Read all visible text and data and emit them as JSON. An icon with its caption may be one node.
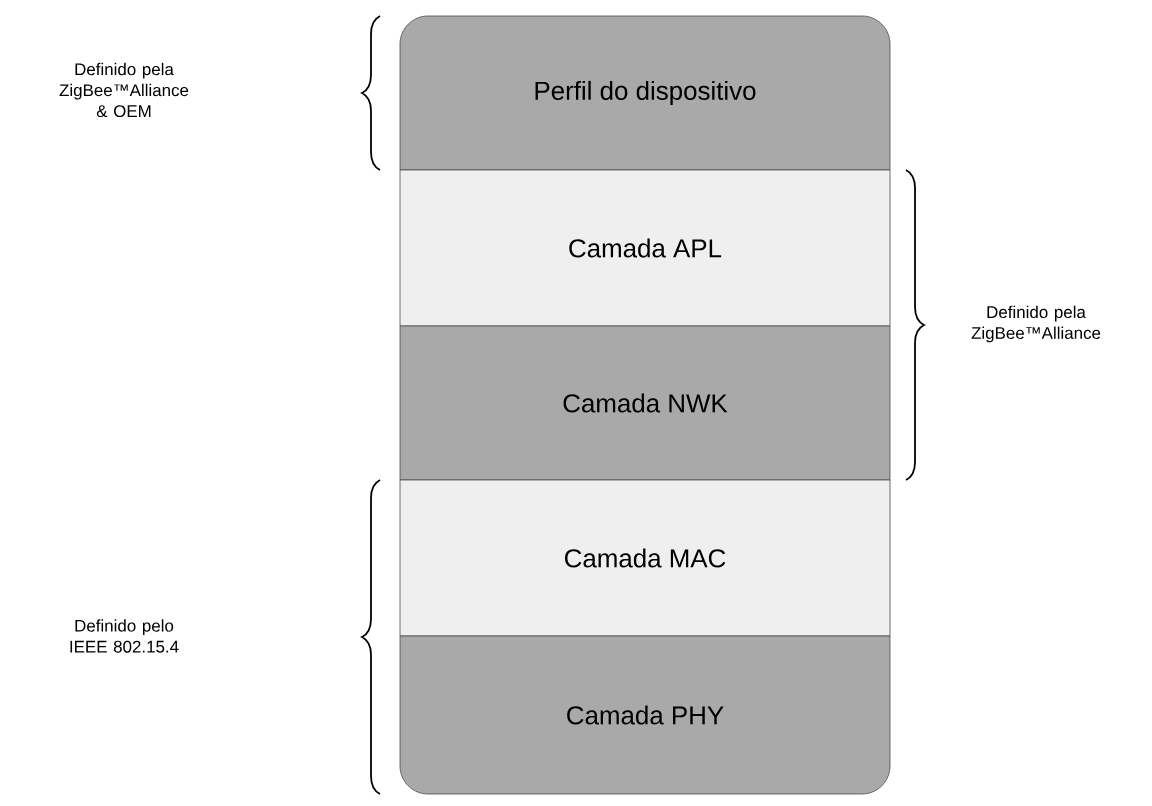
{
  "diagram": {
    "nodes": [
      {
        "text": [
          "Perfil do dispositivo"
        ]
      },
      {
        "text": [
          "Camada APL"
        ]
      },
      {
        "text": [
          "Camada NWK"
        ]
      },
      {
        "text": [
          "Camada MAC"
        ]
      },
      {
        "text": [
          "Camada PHY"
        ]
      }
    ],
    "labels": [
      "Definido pela ZigBee™Alliance & OEM",
      "Definido pela ZigBee™Alliance",
      "Definido pelo IEEE 802.15.4"
    ]
  }
}
